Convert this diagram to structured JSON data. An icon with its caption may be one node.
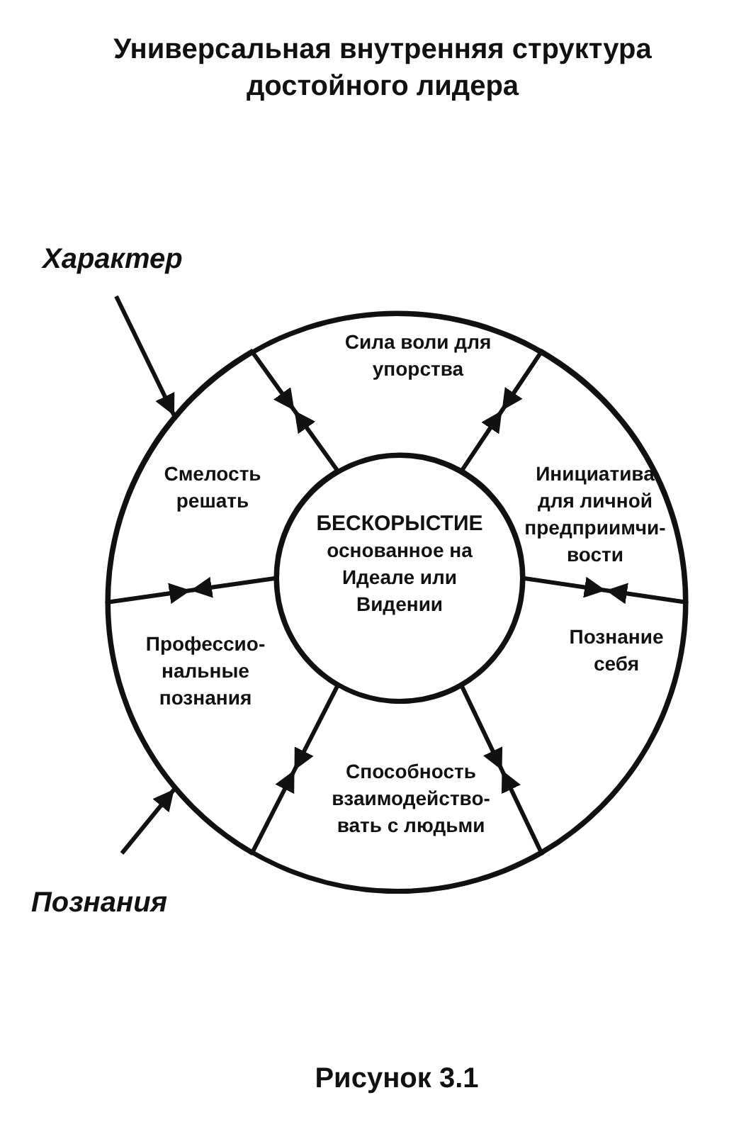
{
  "diagram": {
    "title": "Универсальная внутренняя структура достойного лидера",
    "caption": "Рисунок 3.1",
    "nodes": [
      {
        "text": [
          "Характер"
        ]
      },
      {
        "text": [],
        "shape": "circle"
      },
      {
        "text": [
          "Сила воли для упорства"
        ],
        "in": 1
      },
      {
        "text": [
          "Смелость решать"
        ],
        "in": 1
      },
      {
        "text": [
          "Инициатива для личной предприимчи-вости"
        ],
        "in": 1
      },
      {
        "text": [
          "БЕСКОРЫСТИЕ",
          "основанное на Идеале или Видении"
        ],
        "in": 1
      },
      {
        "text": [
          "Профессио-нальные познания"
        ],
        "in": 1
      },
      {
        "text": [
          "Познание себя"
        ],
        "in": 1
      },
      {
        "text": [
          "Способность взаимодейство-вать с людьми"
        ],
        "in": 1
      },
      {
        "text": [
          "Познания"
        ]
      }
    ],
    "edges": [
      {
        "from": 0,
        "to": 1,
        "arrow": "to"
      },
      {
        "from": 9,
        "to": 1,
        "arrow": "to"
      }
    ]
  }
}
